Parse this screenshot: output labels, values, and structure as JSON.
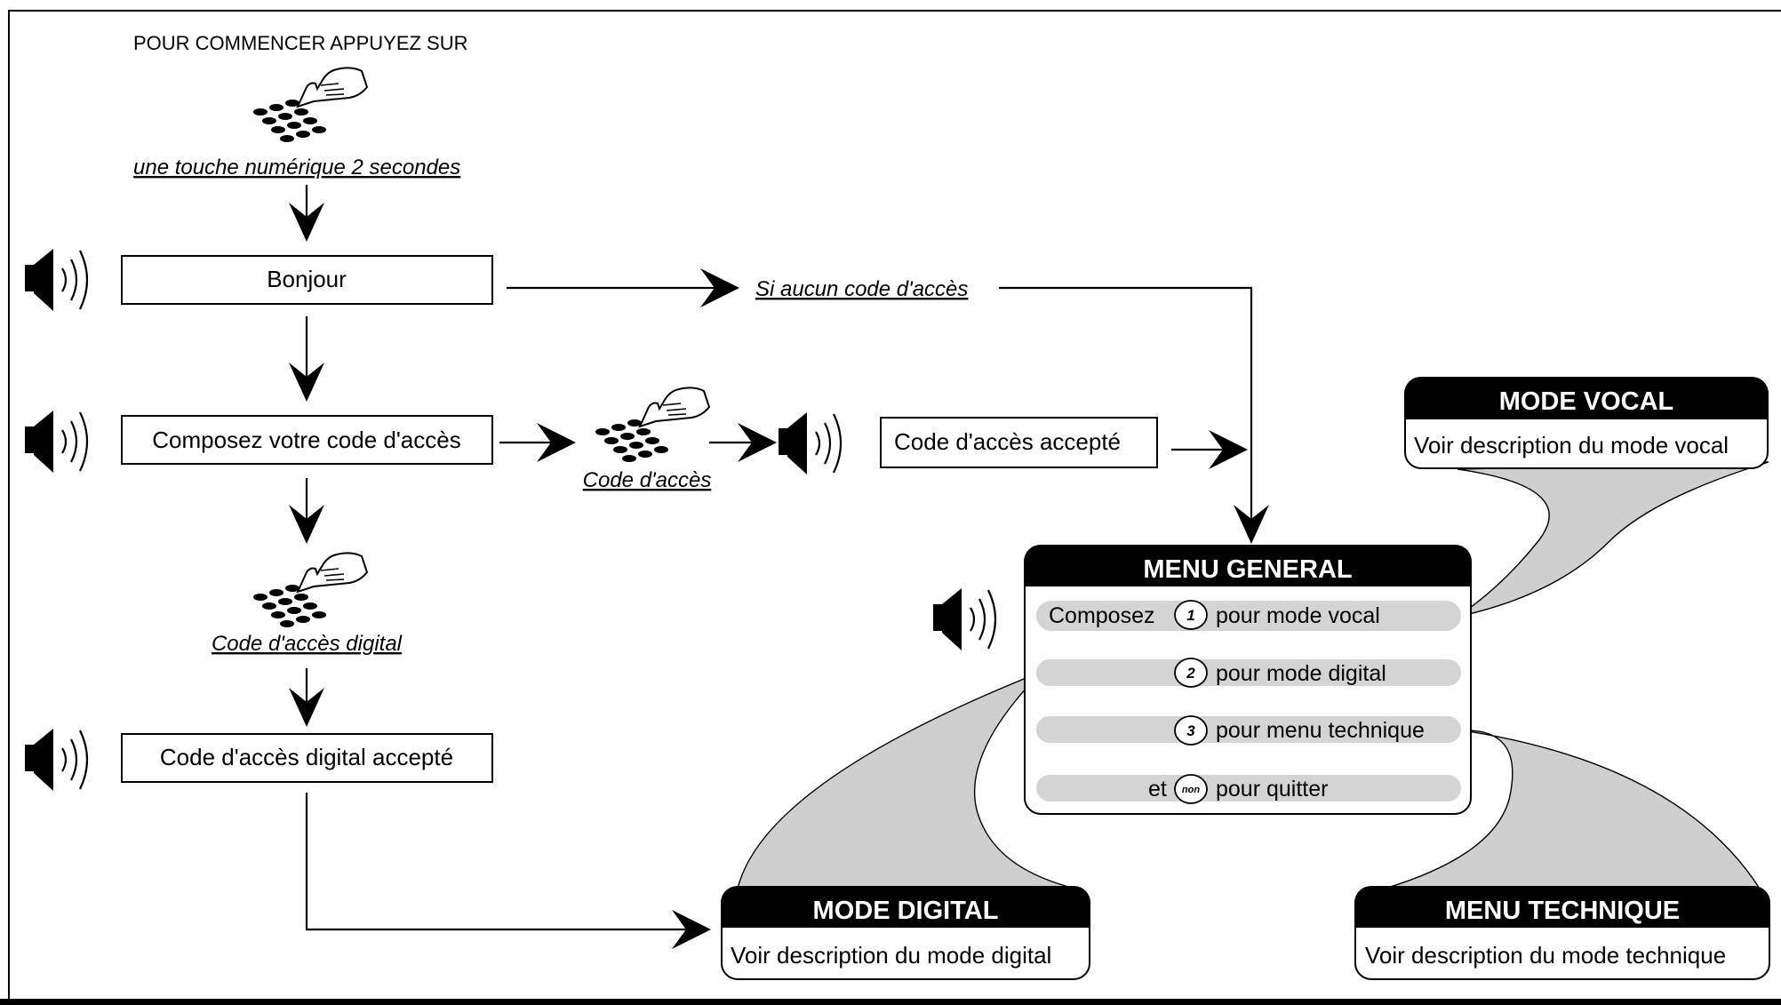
{
  "start": {
    "heading": "POUR COMMENCER APPUYEZ SUR",
    "keypad_caption": "une touche numérique 2 secondes"
  },
  "boxes": {
    "bonjour": "Bonjour",
    "compose_code": "Composez votre code d'accès",
    "code_accepted": "Code d'accès accepté",
    "digital_accepted": "Code d'accès digital accepté"
  },
  "captions": {
    "no_code": "Si aucun code d'accès",
    "access_code": "Code d'accès",
    "digital_code": "Code d'accès digital"
  },
  "menu_general": {
    "title": "MENU GENERAL",
    "rows": [
      {
        "prefix": "Composez",
        "key": "1",
        "label": "pour mode vocal"
      },
      {
        "prefix": "",
        "key": "2",
        "label": "pour mode digital"
      },
      {
        "prefix": "",
        "key": "3",
        "label": "pour menu technique"
      },
      {
        "prefix": "et",
        "key": "non",
        "label": "pour quitter"
      }
    ]
  },
  "mode_vocal": {
    "title": "MODE VOCAL",
    "description": "Voir description du mode vocal"
  },
  "mode_digital": {
    "title": "MODE DIGITAL",
    "description": "Voir description du mode digital"
  },
  "menu_technique": {
    "title": "MENU TECHNIQUE",
    "description": "Voir description du mode technique"
  },
  "icons": [
    "speaker-icon",
    "keypad-hand-icon",
    "arrow-icon"
  ],
  "colors": {
    "ink": "#000000",
    "row_fill": "#d4d4d4",
    "header_fill": "#000000",
    "header_text": "#ffffff"
  }
}
